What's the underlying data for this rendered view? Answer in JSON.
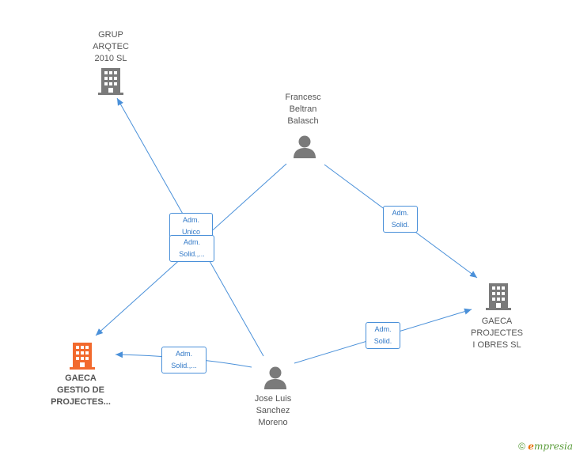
{
  "nodes": {
    "grup_arqtec": {
      "lines": [
        "GRUP",
        "ARQTEC",
        "2010 SL"
      ]
    },
    "francesc": {
      "lines": [
        "Francesc",
        "Beltran",
        "Balasch"
      ]
    },
    "gaeca_projectes_obres": {
      "lines": [
        "GAECA",
        "PROJECTES",
        "I OBRES  SL"
      ]
    },
    "gaeca_gestio": {
      "lines": [
        "GAECA",
        "GESTIO DE",
        "PROJECTES..."
      ]
    },
    "jose_luis": {
      "lines": [
        "Jose Luis",
        "Sanchez",
        "Moreno"
      ]
    }
  },
  "edge_labels": {
    "adm_unico": [
      "Adm.",
      "Unico"
    ],
    "adm_solid_1": [
      "Adm.",
      "Solid.,..."
    ],
    "adm_solid_2": [
      "Adm.",
      "Solid."
    ],
    "adm_solid_3": [
      "Adm.",
      "Solid.,..."
    ],
    "adm_solid_4": [
      "Adm.",
      "Solid."
    ]
  },
  "colors": {
    "edge": "#4a90d9",
    "company_icon": "#7a7a7a",
    "highlight_company_icon": "#f26a2e",
    "person_icon": "#7a7a7a"
  },
  "watermark": {
    "symbol": "©",
    "brand_initial": "e",
    "brand_rest": "mpresia"
  }
}
